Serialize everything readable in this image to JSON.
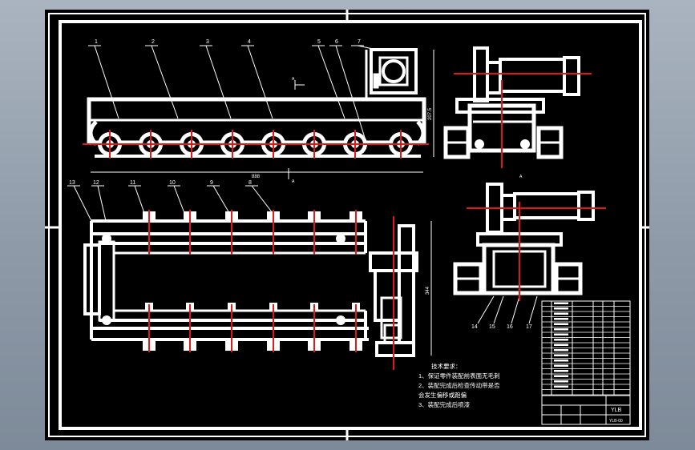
{
  "drawing": {
    "part_numbers_top": [
      "1",
      "2",
      "3",
      "4",
      "5",
      "6",
      "7"
    ],
    "part_numbers_plan": [
      "13",
      "12",
      "11",
      "10",
      "9",
      "8"
    ],
    "part_numbers_side": [
      "14",
      "15",
      "16",
      "17"
    ],
    "dimensions": {
      "overall_length": "888",
      "height": "207.5",
      "plan_width": "344"
    },
    "section_labels": [
      "A",
      "A",
      "A"
    ],
    "technical_requirements": {
      "heading": "技术要求：",
      "lines": [
        "1、保证零件装配前表面无毛刺",
        "2、装配完成后检查传动带是否",
        "会发生偏移或跑偏",
        "3、装配完成后喷漆"
      ]
    },
    "title_block": {
      "name": "YLB",
      "sub": "YLB-00"
    },
    "colors": {
      "background": "#000000",
      "lines": "#ffffff",
      "centerlines": "#e01818"
    }
  }
}
